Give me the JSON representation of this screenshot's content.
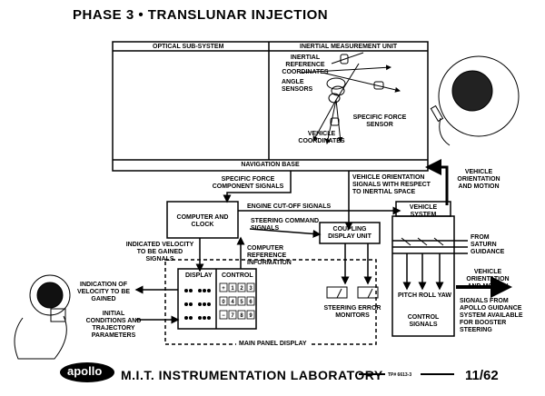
{
  "title": "PHASE 3 • TRANSLUNAR INJECTION",
  "boxes": {
    "optical": "OPTICAL SUB-SYSTEM",
    "imu": "INERTIAL MEASUREMENT UNIT",
    "nav_base": "NAVIGATION BASE",
    "computer": "COMPUTER AND CLOCK",
    "coupling": "COUPLING DISPLAY UNIT",
    "vehicle_system": "VEHICLE SYSTEM",
    "display": "DISPLAY",
    "control": "CONTROL",
    "main_panel": "MAIN PANEL DISPLAY"
  },
  "labels": {
    "inertial_ref": "INERTIAL REFERENCE COORDINATES",
    "angle_sensors": "ANGLE SENSORS",
    "specific_force_sensor": "SPECIFIC FORCE SENSOR",
    "vehicle_coords": "VEHICLE COORDINATES",
    "specific_force_signals": "SPECIFIC FORCE COMPONENT SIGNALS",
    "vehicle_orientation_signals": "VEHICLE ORIENTATION SIGNALS WITH RESPECT TO INERTIAL SPACE",
    "vehicle_orientation_motion_top": "VEHICLE ORIENTATION AND MOTION",
    "engine_cutoff": "ENGINE CUT-OFF SIGNALS",
    "steering_command": "STEERING COMMAND SIGNALS",
    "from_saturn": "FROM SATURN GUIDANCE",
    "indicated_velocity": "INDICATED VELOCITY TO BE GAINED SIGNALS",
    "computer_reference": "COMPUTER REFERENCE INFORMATION",
    "vehicle_orientation_motion_right": "VEHICLE ORIENTATION AND MOTION",
    "indication_velocity": "INDICATION OF VELOCITY TO BE GAINED",
    "initial_conditions": "INITIAL CONDITIONS AND TRAJECTORY PARAMETERS",
    "steering_error": "STEERING ERROR MONITORS",
    "pitch_roll_yaw": "PITCH ROLL YAW",
    "control_signals": "CONTROL SIGNALS",
    "signals_from_apollo": "SIGNALS FROM APOLLO GUIDANCE SYSTEM AVAILABLE FOR BOOSTER STEERING"
  },
  "keypad": [
    "+",
    "1",
    "2",
    "3",
    "0",
    "4",
    "5",
    "6",
    "−",
    "7",
    "8",
    "9"
  ],
  "footer": {
    "logo": "apollo",
    "lab": "M.I.T. INSTRUMENTATION LABORATORY",
    "tp": "TP# 6613-3",
    "number": "11/62"
  }
}
